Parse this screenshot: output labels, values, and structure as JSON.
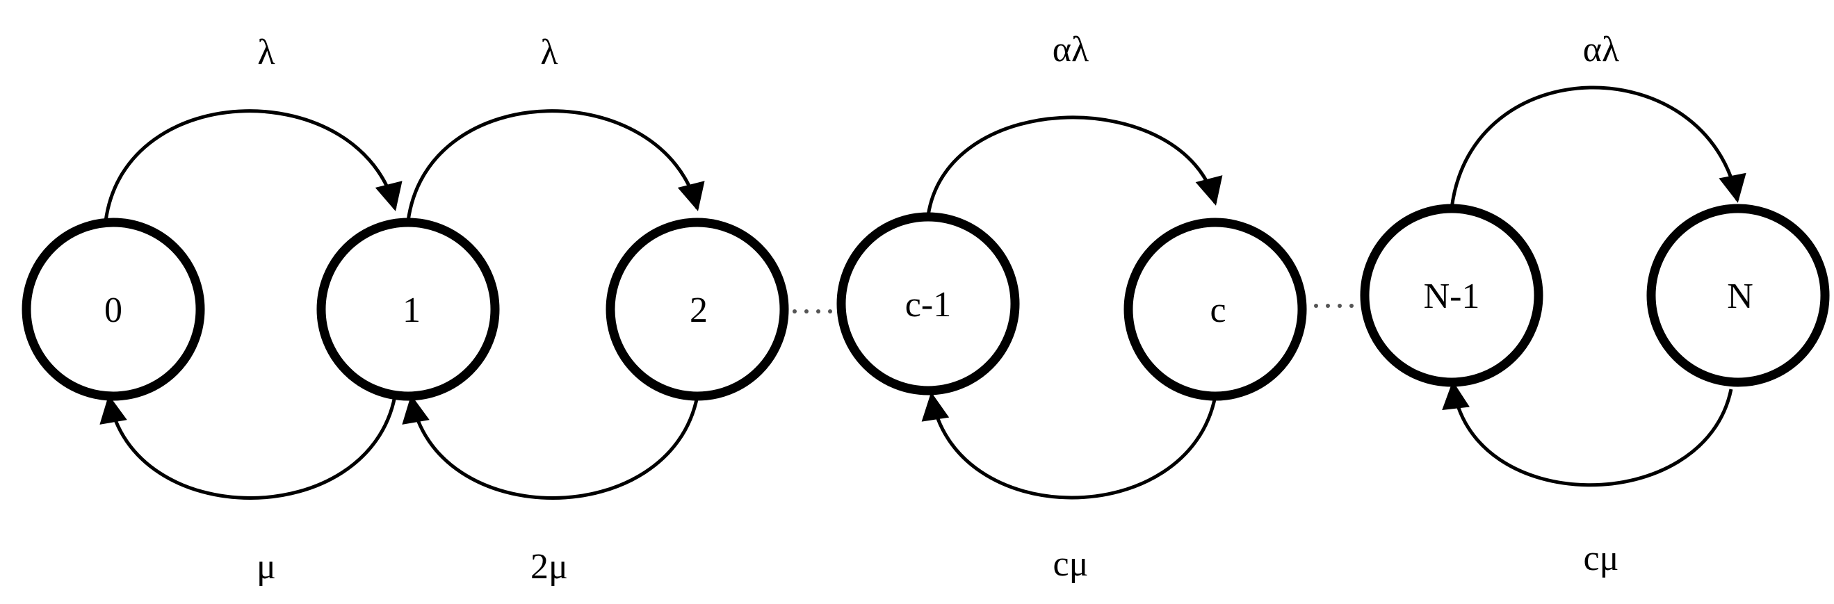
{
  "states": [
    {
      "id": "s0",
      "label": "0"
    },
    {
      "id": "s1",
      "label": "1"
    },
    {
      "id": "s2",
      "label": "2"
    },
    {
      "id": "sc1",
      "label": "c-1"
    },
    {
      "id": "sc",
      "label": "c"
    },
    {
      "id": "sN1",
      "label": "N-1"
    },
    {
      "id": "sN",
      "label": "N"
    }
  ],
  "forward_transitions": [
    {
      "from": "0",
      "to": "1",
      "label": "λ"
    },
    {
      "from": "1",
      "to": "2",
      "label": "λ"
    },
    {
      "from": "c-1",
      "to": "c",
      "label": "αλ"
    },
    {
      "from": "N-1",
      "to": "N",
      "label": "αλ"
    }
  ],
  "backward_transitions": [
    {
      "from": "1",
      "to": "0",
      "label": "μ"
    },
    {
      "from": "2",
      "to": "1",
      "label": "2μ"
    },
    {
      "from": "c",
      "to": "c-1",
      "label": "cμ"
    },
    {
      "from": "N",
      "to": "N-1",
      "label": "cμ"
    }
  ]
}
